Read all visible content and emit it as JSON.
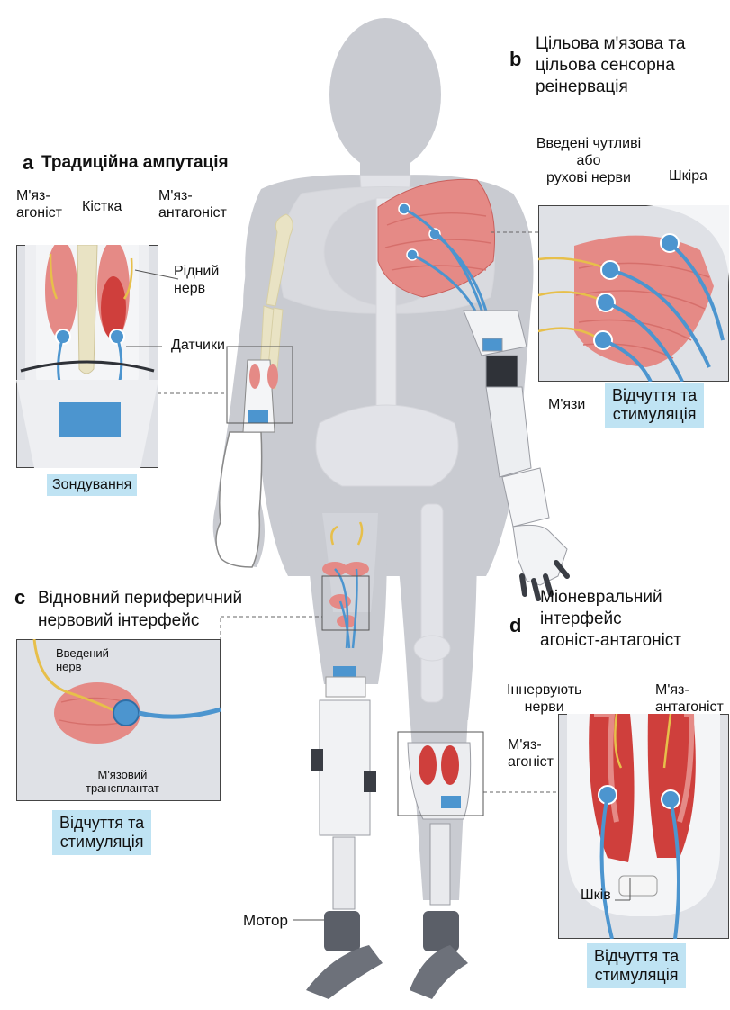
{
  "panel_a": {
    "letter": "a",
    "title": "Традиційна ампутація",
    "label_agonist": "М'яз-\nагоніст",
    "label_bone": "Кістка",
    "label_antagonist": "М'яз-\nантагоніст",
    "label_native_nerve": "Рідний\nнерв",
    "label_sensors": "Датчики",
    "badge": "Зондування"
  },
  "panel_b": {
    "letter": "b",
    "title": "Цільова м'язова та\nцільова сенсорна\nреінервація",
    "label_nerves": "Введені чутливі\nабо\nрухові нерви",
    "label_skin": "Шкіра",
    "label_muscles": "М'язи",
    "badge": "Відчуття та\nстимуляція"
  },
  "panel_c": {
    "letter": "c",
    "title": "Відновний периферичний\nнервовий інтерфейс",
    "label_nerve": "Введений\nнерв",
    "label_graft": "М'язовий\nтрансплантат",
    "badge": "Відчуття та\nстимуляція"
  },
  "panel_d": {
    "letter": "d",
    "title": "Міоневральний\nінтерфейс\nагоніст-антагоніст",
    "label_innervate": "Іннервують\nнерви",
    "label_antagonist": "М'яз-\nантагоніст",
    "label_agonist": "М'яз-\nагоніст",
    "label_pulley": "Шків",
    "badge": "Відчуття та\nстимуляція"
  },
  "motor_label": "Мотор",
  "colors": {
    "body": "#c9cbd1",
    "skeleton": "#e3e4e8",
    "muscle": "#e58a86",
    "muscle_dark": "#cf3f3c",
    "nerve": "#e7bf4a",
    "electrode": "#4c95cf",
    "badge": "#bfe3f3",
    "panel_bg": "#dfe1e6"
  }
}
